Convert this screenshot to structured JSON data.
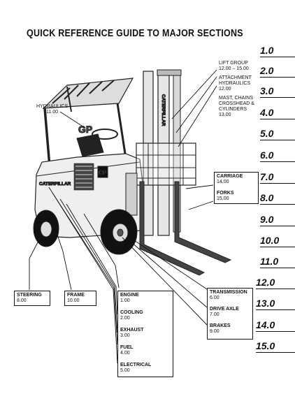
{
  "title": "QUICK REFERENCE GUIDE TO MAJOR SECTIONS",
  "tabs": [
    "1.0",
    "2.0",
    "3.0",
    "4.0",
    "5.0",
    "6.0",
    "7.0",
    "8.0",
    "9.0",
    "10.0",
    "11.0",
    "12.0",
    "13.0",
    "14.0",
    "15.0"
  ],
  "labels": {
    "lift_group": {
      "name": "LIFT GROUP",
      "value": "12.00 – 15.00"
    },
    "attachment_hydraulics": {
      "name": "ATTACHMENT HYDRAULICS",
      "value": "12.00"
    },
    "mast_chains": {
      "name": "MAST, CHAINS CROSSHEAD & CYLINDERS",
      "value": "13.00"
    },
    "hydraulics": {
      "name": "HYDRAULICS",
      "value": "11.00"
    },
    "carriage": {
      "name": "CARRIAGE",
      "value": "14.00"
    },
    "forks": {
      "name": "FORKS",
      "value": "15.00"
    },
    "steering": {
      "name": "STEERING",
      "value": "8.00"
    },
    "frame": {
      "name": "FRAME",
      "value": "10.00"
    },
    "engine": {
      "name": "ENGINE",
      "value": "1.00"
    },
    "cooling": {
      "name": "COOLING",
      "value": "2.00"
    },
    "exhaust": {
      "name": "EXHAUST",
      "value": "3.00"
    },
    "fuel": {
      "name": "FUEL",
      "value": "4.00"
    },
    "electrical": {
      "name": "ELECTRICAL",
      "value": "5.00"
    },
    "transmission": {
      "name": "TRANSMISSION",
      "value": "6.00"
    },
    "drive_axle": {
      "name": "DRIVE AXLE",
      "value": "7.00"
    },
    "brakes": {
      "name": "BRAKES",
      "value": "9.00"
    }
  },
  "decals": {
    "brand": "CATERPILLAR",
    "mast_text": "CATERPILLAR",
    "badge": "CP"
  }
}
